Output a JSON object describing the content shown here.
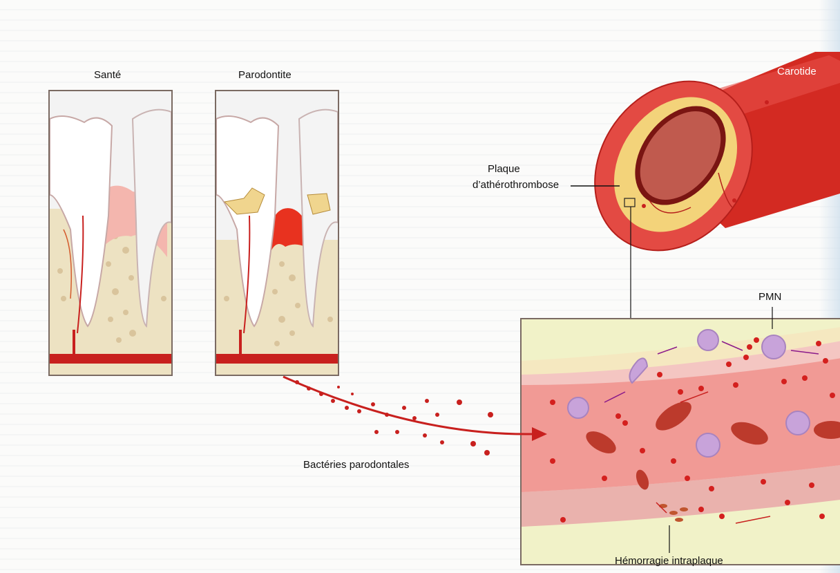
{
  "labels": {
    "healthy": "Santé",
    "periodontitis": "Parodontite",
    "plaque_line1": "Plaque",
    "plaque_line2": "d’athérothrombose",
    "carotid": "Carotide",
    "pmn": "PMN",
    "bacteria": "Bactéries parodontales",
    "hemorrhage": "Hémorragie intraplaque"
  },
  "colors": {
    "blood_red": "#c8201e",
    "gum_pink": "#f4b6ae",
    "bone": "#ede2c2",
    "plaque_yellow": "#f3d37a",
    "leukocyte_purple": "#c7a6d6",
    "background_yellow": "#f1f2c8"
  }
}
